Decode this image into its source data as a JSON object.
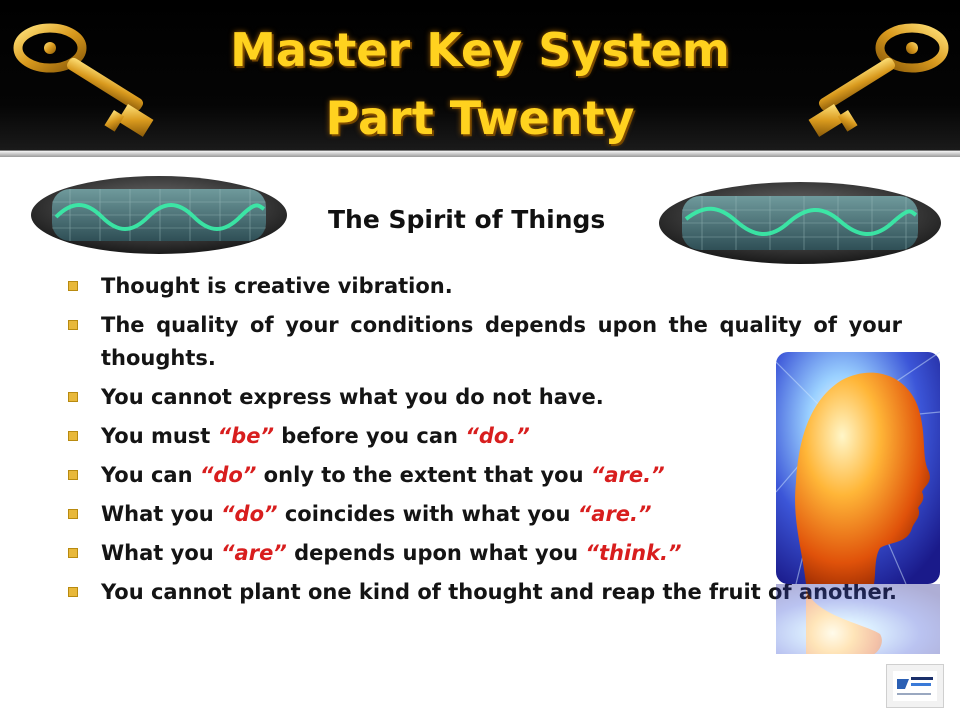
{
  "slide": {
    "title_line1": "Master Key System",
    "title_line2": "Part Twenty",
    "subtitle": "The Spirit of Things",
    "colors": {
      "title": "#ffd21f",
      "emphasis": "#d81e1e",
      "bullet": "#e8b83a"
    }
  },
  "bullets": {
    "b1": {
      "text": "Thought is creative vibration."
    },
    "b2": {
      "text": "The quality of your conditions depends upon the quality of your thoughts."
    },
    "b3": {
      "text": "You cannot express what you do not have."
    },
    "b4": {
      "a": "You must ",
      "e1": "“be”",
      "b": " before you can ",
      "e2": "“do.”"
    },
    "b5": {
      "a": "You can ",
      "e1": "“do”",
      "b": " only to the extent that you ",
      "e2": "“are.”"
    },
    "b6": {
      "a": "What you ",
      "e1": "“do”",
      "b": " coincides with what you ",
      "e2": "“are.”"
    },
    "b7": {
      "a": "What you ",
      "e1": "“are”",
      "b": " depends upon what you ",
      "e2": "“think.”"
    },
    "b8": {
      "text": "You cannot plant one kind of thought and reap the fruit of another."
    }
  },
  "images": {
    "key_icon": "golden-key-icon",
    "scope_icon": "oscilloscope-wave-icon",
    "head_icon": "glowing-head-silhouette",
    "logo_icon": "truth-dynamics-logo"
  }
}
